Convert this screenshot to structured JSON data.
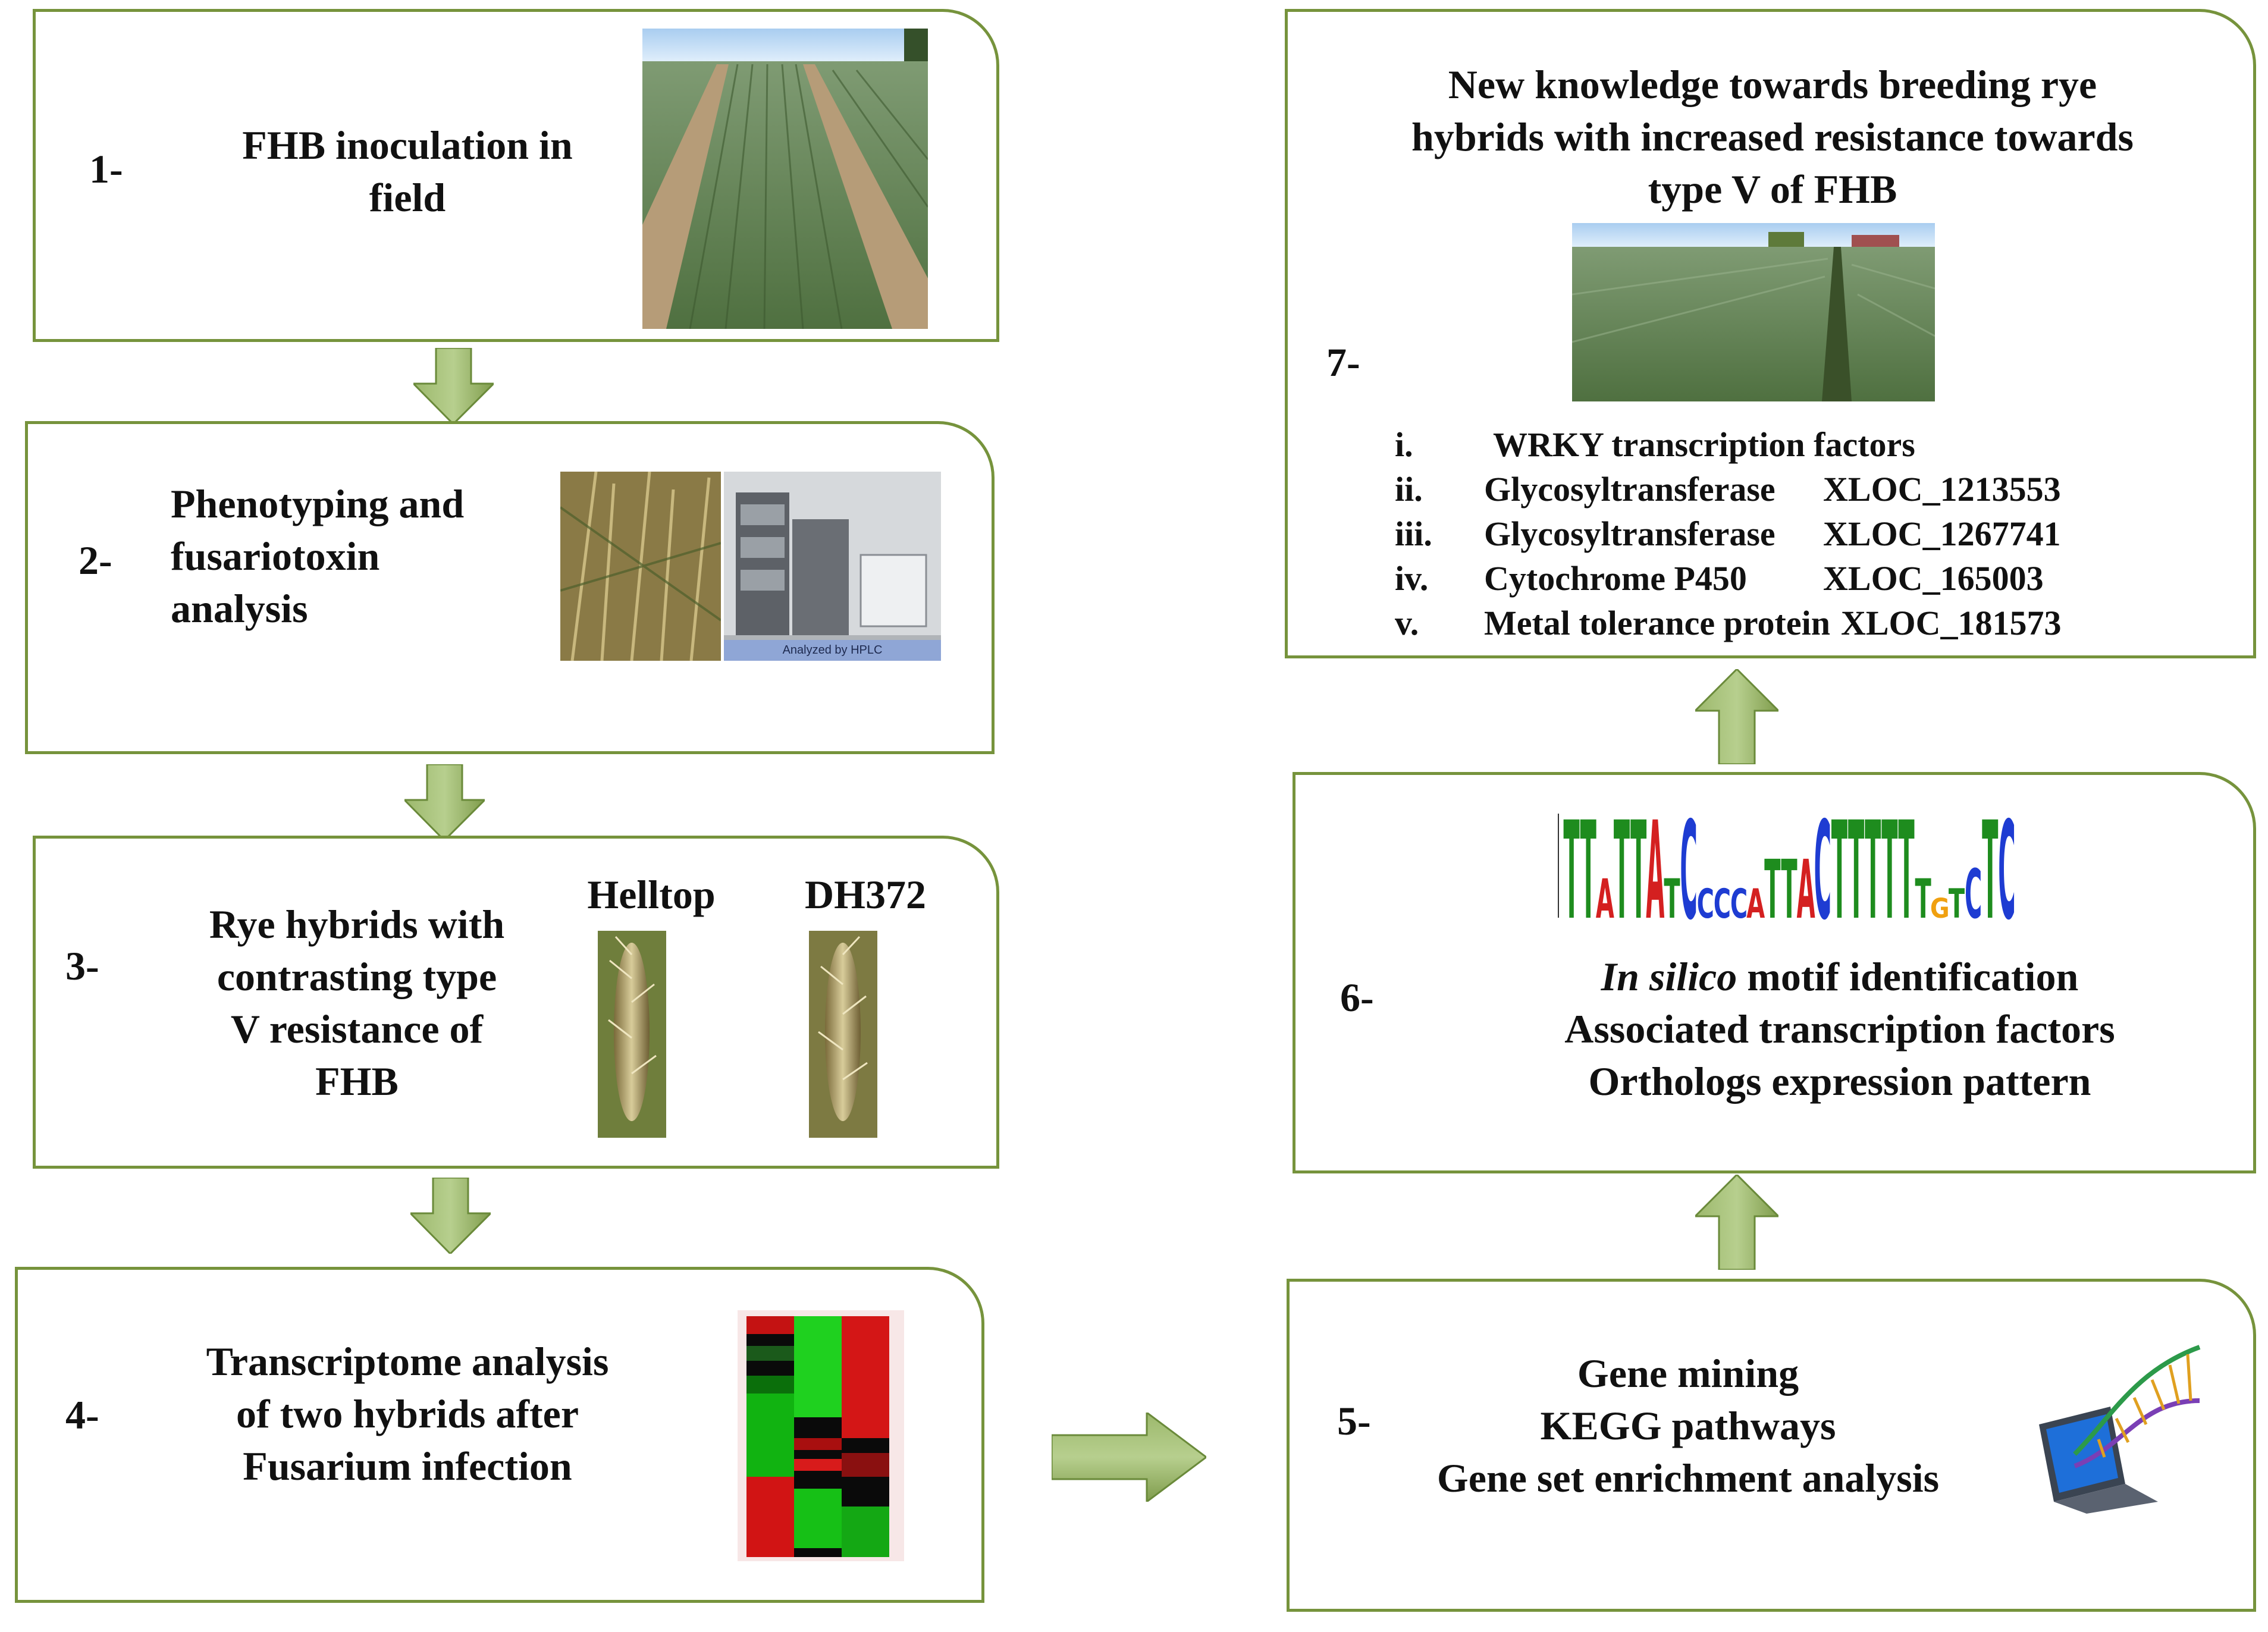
{
  "colors": {
    "box_border": "#76933c",
    "arrow_fill": "#8aa65a"
  },
  "steps": [
    {
      "num": "1-",
      "lines": [
        "FHB inoculation in",
        "field"
      ]
    },
    {
      "num": "2-",
      "lines": [
        "Phenotyping and",
        "fusariotoxin",
        "analysis"
      ],
      "hplc_caption": "Analyzed by HPLC"
    },
    {
      "num": "3-",
      "lines": [
        "Rye hybrids with",
        "contrasting type",
        "V resistance of",
        "FHB"
      ],
      "hybrid_a": "Helltop",
      "hybrid_b": "DH372"
    },
    {
      "num": "4-",
      "lines": [
        "Transcriptome analysis",
        "of two hybrids after",
        "Fusarium infection"
      ]
    },
    {
      "num": "5-",
      "lines": [
        "Gene mining",
        "KEGG pathways",
        "Gene set enrichment analysis"
      ]
    },
    {
      "num": "6-",
      "line1_italic": "In silico",
      "line1_rest": " motif identification",
      "lines": [
        "Associated transcription factors",
        "Orthologs expression pattern"
      ],
      "motif_letters": "TTATTATCCCCATTACTTTTTTGTCTC"
    },
    {
      "num": "7-",
      "lines": [
        "New knowledge towards breeding rye",
        "hybrids with increased resistance towards",
        "type V of FHB"
      ],
      "items": [
        {
          "roman": "i.",
          "name": "WRKY transcription factors",
          "id": ""
        },
        {
          "roman": "ii.",
          "name": "Glycosyltransferase",
          "id": "XLOC_1213553"
        },
        {
          "roman": "iii.",
          "name": "Glycosyltransferase",
          "id": "XLOC_1267741"
        },
        {
          "roman": "iv.",
          "name": "Cytochrome P450",
          "id": "XLOC_165003"
        },
        {
          "roman": "v.",
          "name": "Metal tolerance protein",
          "id": "XLOC_181573"
        }
      ]
    }
  ]
}
